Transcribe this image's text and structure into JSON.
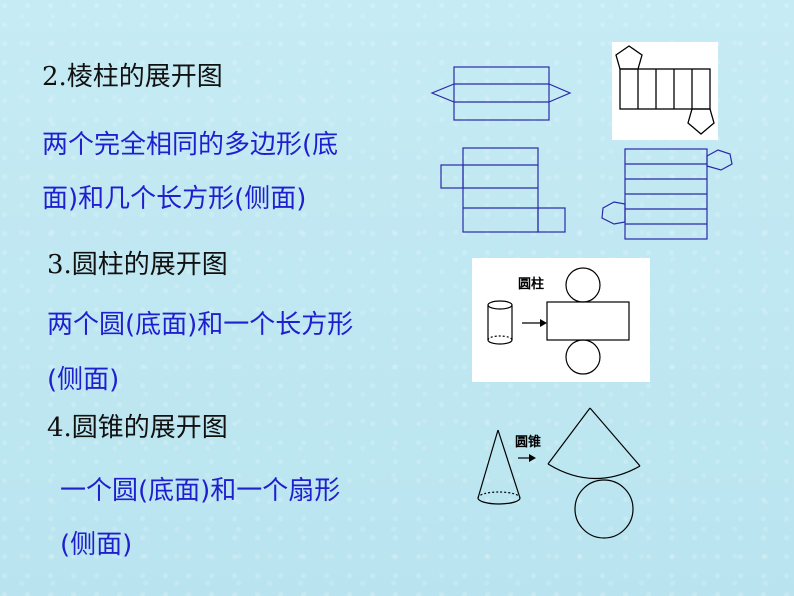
{
  "section_prism": {
    "heading": "2.棱柱的展开图",
    "desc_line1": "两个完全相同的多边形(底",
    "desc_line2": "面)和几个长方形(侧面)"
  },
  "section_cylinder": {
    "heading": "3.圆柱的展开图",
    "desc_line1": "两个圆(底面)和一个长方形",
    "desc_line2": "(侧面)",
    "figure_label": "圆柱"
  },
  "section_cone": {
    "heading": "4.圆锥的展开图",
    "desc_line1": "一个圆(底面)和一个扇形",
    "desc_line2": "(侧面)",
    "figure_label": "圆锥"
  },
  "colors": {
    "heading_text": "#111111",
    "description_text": "#1f1fd0",
    "figure_line_blue": "#2a2aa8",
    "background": "#bfe8f2"
  }
}
